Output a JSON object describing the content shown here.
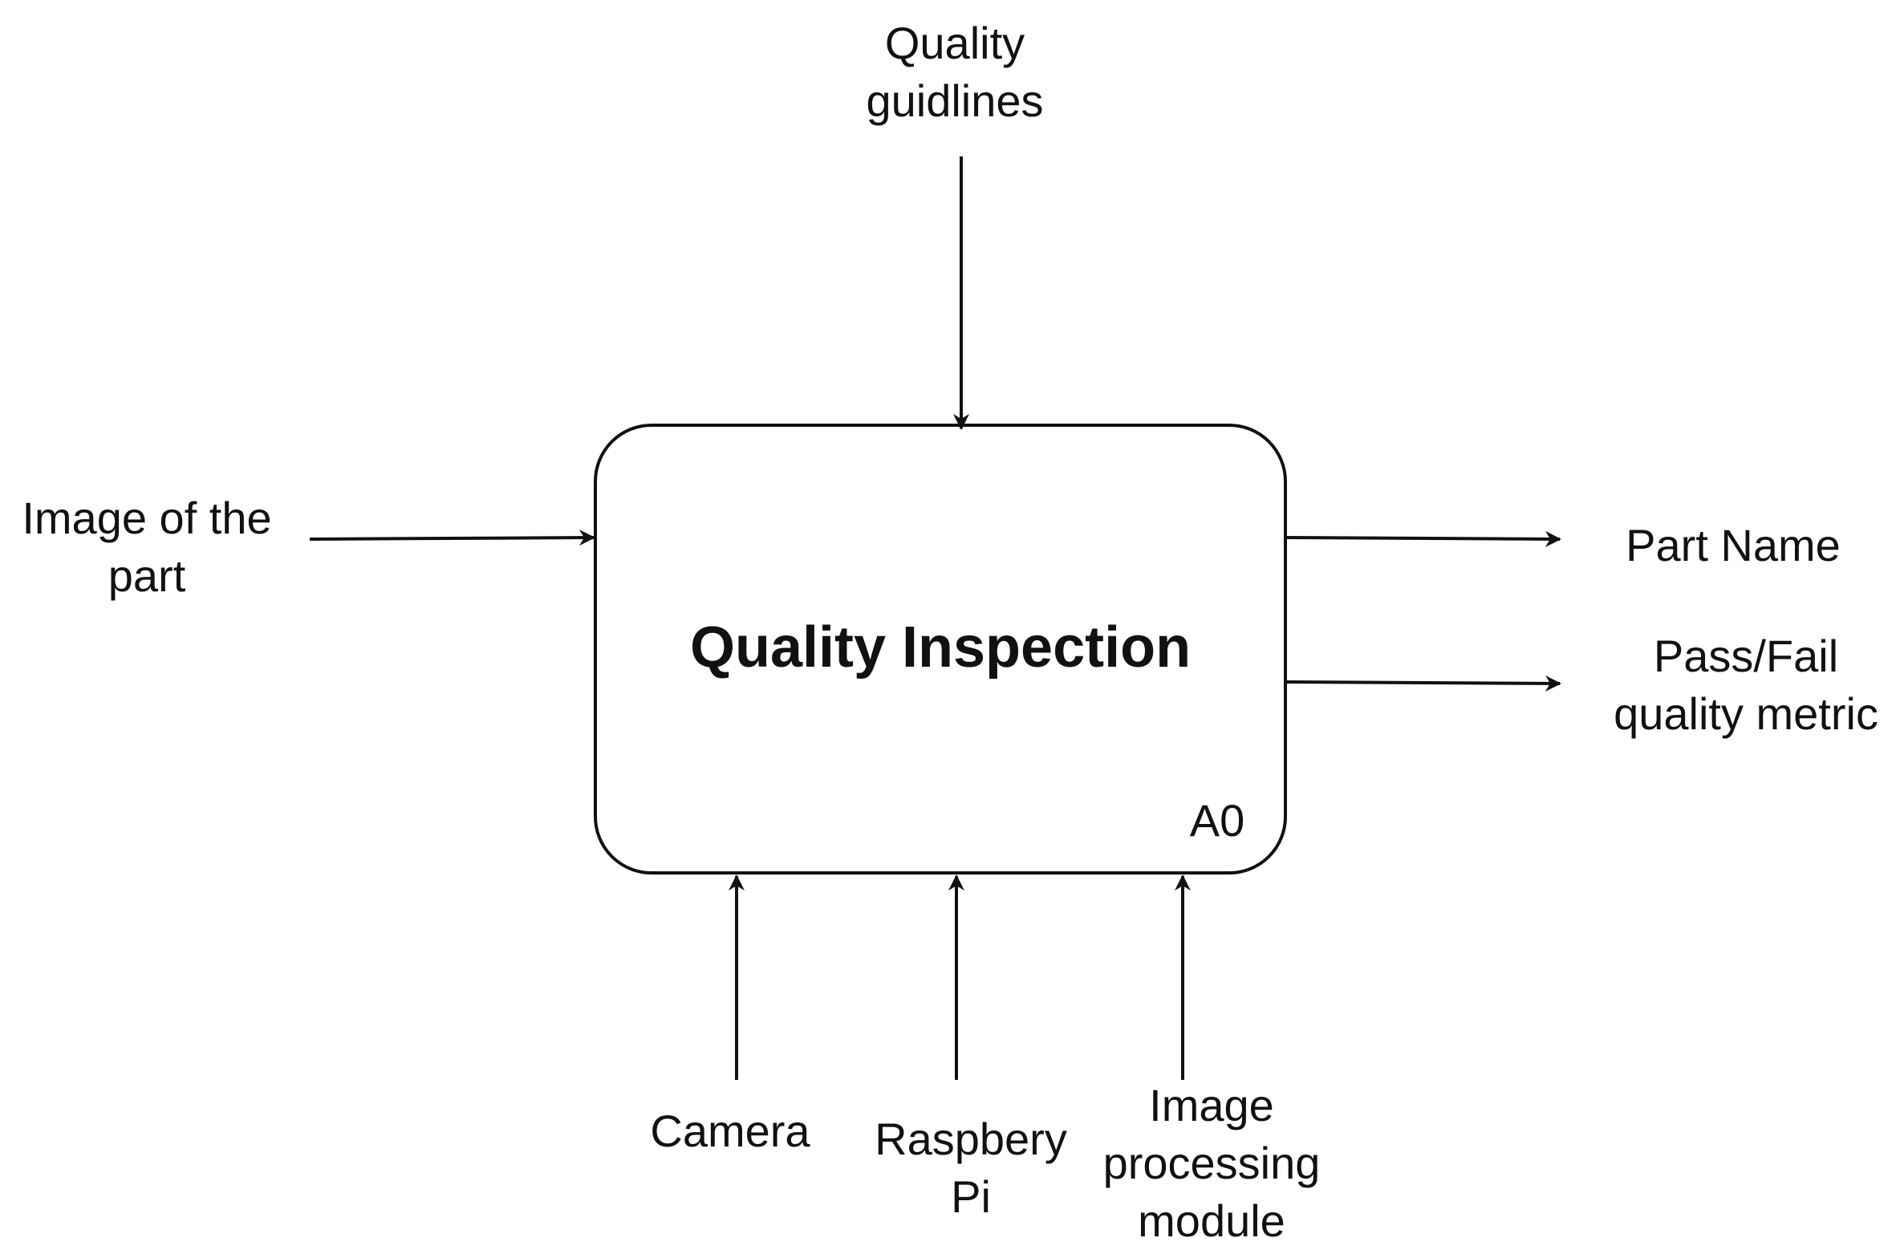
{
  "function_box": {
    "title": "Quality Inspection",
    "node_id": "A0"
  },
  "control": {
    "label": "Quality\nguidlines"
  },
  "input": {
    "label": "Image of the\npart"
  },
  "outputs": [
    {
      "label": "Part Name"
    },
    {
      "label": "Pass/Fail\nquality metric"
    }
  ],
  "mechanisms": [
    {
      "label": "Camera"
    },
    {
      "label": "Raspbery\nPi"
    },
    {
      "label": "Image\nprocessing\nmodule"
    }
  ],
  "colors": {
    "stroke": "#111111",
    "background": "#ffffff"
  }
}
